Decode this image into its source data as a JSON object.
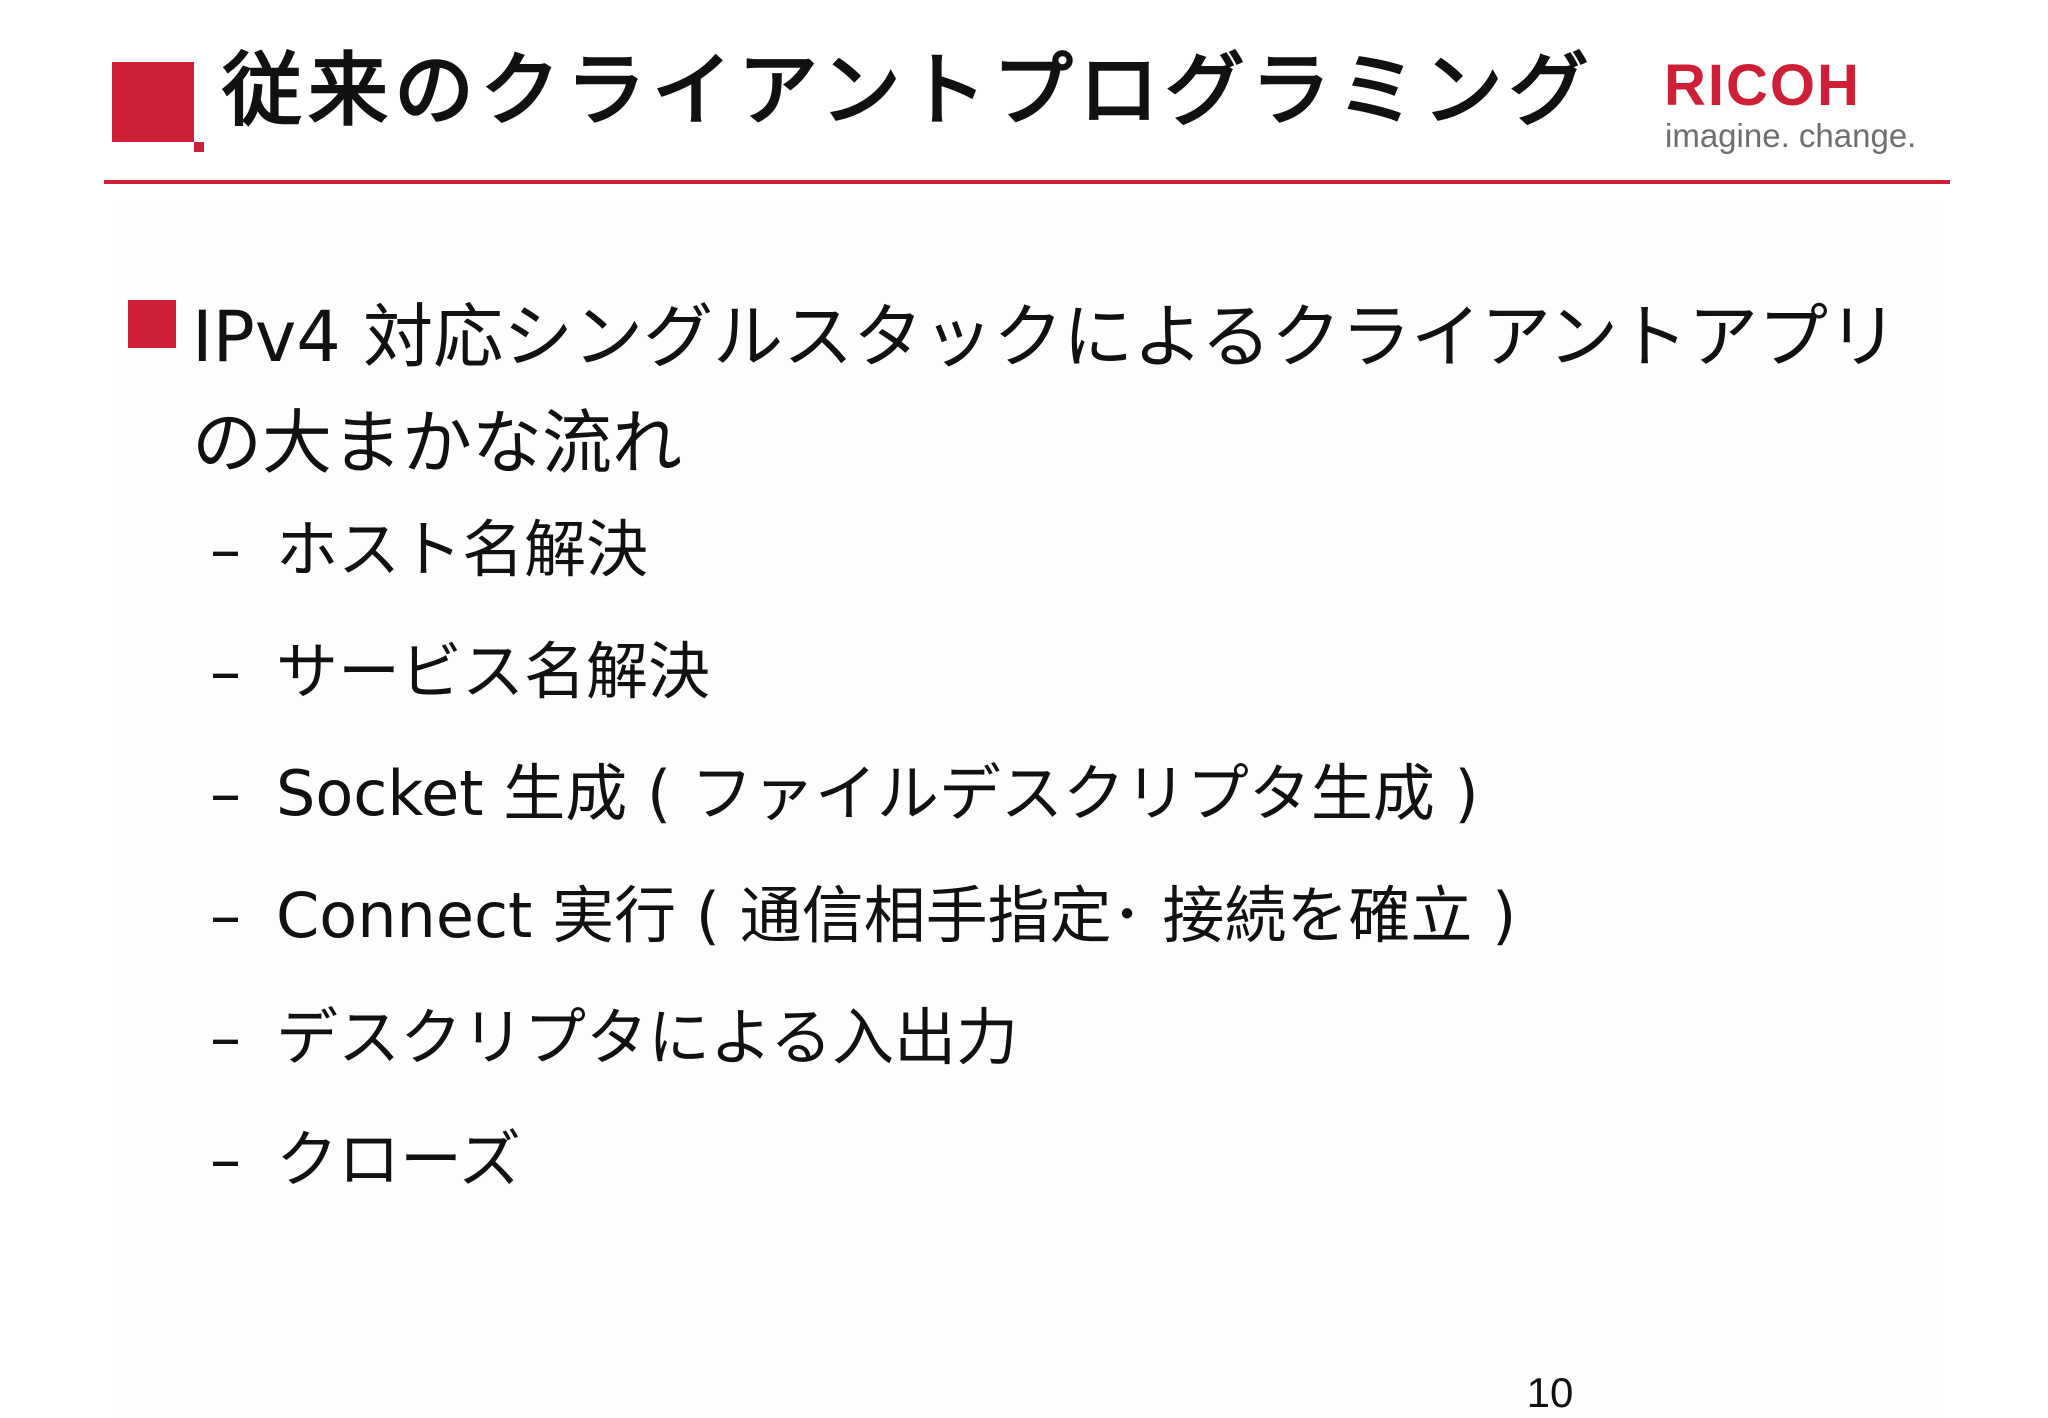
{
  "slide": {
    "title": "従来のクライアントプログラミング",
    "bullet": "IPv4 対応シングルスタックによるクライアントアプリの大まかな流れ",
    "steps": [
      "ホスト名解決",
      "サービス名解決",
      "Socket 生成 ( ファイルデスクリプタ生成 )",
      "Connect 実行 ( 通信相手指定･ 接続を確立 )",
      "デスクリプタによる入出力",
      "クローズ"
    ],
    "dash": "–",
    "page_number": "10"
  },
  "logo": {
    "brand": "RICOH",
    "tagline": "imagine. change."
  },
  "colors": {
    "accent": "#cf1f36",
    "text": "#111111",
    "tagline": "#6f6f6f"
  }
}
